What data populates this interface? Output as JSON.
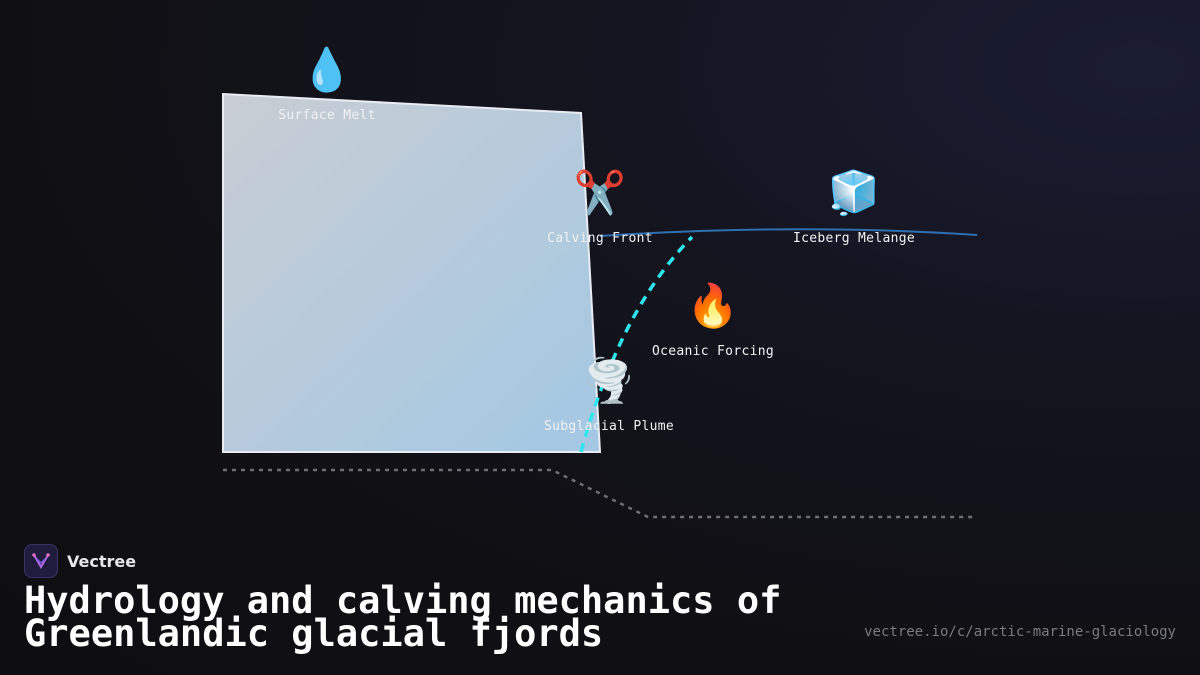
{
  "nodes": {
    "surface_melt": {
      "label": "Surface Melt",
      "icon": "water-droplet-icon",
      "glyph": "💧"
    },
    "calving_front": {
      "label": "Calving Front",
      "icon": "scissors-icon",
      "glyph": "✂️"
    },
    "iceberg_melange": {
      "label": "Iceberg Melange",
      "icon": "ice-cube-icon",
      "glyph": "🧊"
    },
    "oceanic_forcing": {
      "label": "Oceanic Forcing",
      "icon": "fire-icon",
      "glyph": "🔥"
    },
    "subglacial_plume": {
      "label": "Subglacial Plume",
      "icon": "tornado-icon",
      "glyph": "🌪️"
    }
  },
  "colors": {
    "glacier_fill_top": "#c9cdd3",
    "glacier_fill_bottom": "#a3c8e4",
    "plume_path": "#2ee6ee",
    "sea_surface": "#2f6fb0",
    "bedrock": "#6e6e74"
  },
  "brand": {
    "name": "Vectree",
    "icon": "vectree-logo-icon"
  },
  "title": "Hydrology and calving mechanics of Greenlandic glacial fjords",
  "url": "vectree.io/c/arctic-marine-glaciology"
}
